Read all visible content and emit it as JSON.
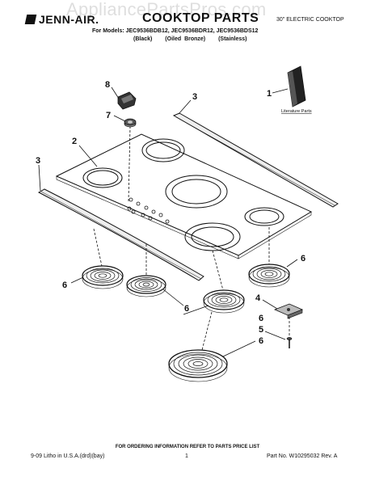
{
  "watermark": "AppliancePartsPros.com",
  "header": {
    "brand": "JENN-AIR.",
    "title": "COOKTOP PARTS",
    "subtitle": "30\" ELECTRIC COOKTOP",
    "models": "For Models: JEC9536BDB12, JEC9536BDR12, JEC9536BDS12",
    "variants": [
      "(Black)",
      "(Oiled Bronze)",
      "(Stainless)"
    ]
  },
  "diagram": {
    "callouts": [
      "1",
      "2",
      "3",
      "3",
      "4",
      "5",
      "6",
      "6",
      "6",
      "6",
      "6",
      "7",
      "8"
    ],
    "literature_label": "Literature Parts"
  },
  "footer": {
    "ordering_note": "FOR ORDERING INFORMATION REFER TO PARTS PRICE LIST",
    "litho": "9-09 Litho in U.S.A.(drd)(bay)",
    "page": "1",
    "part_no": "Part No. W10295032 Rev. A"
  }
}
